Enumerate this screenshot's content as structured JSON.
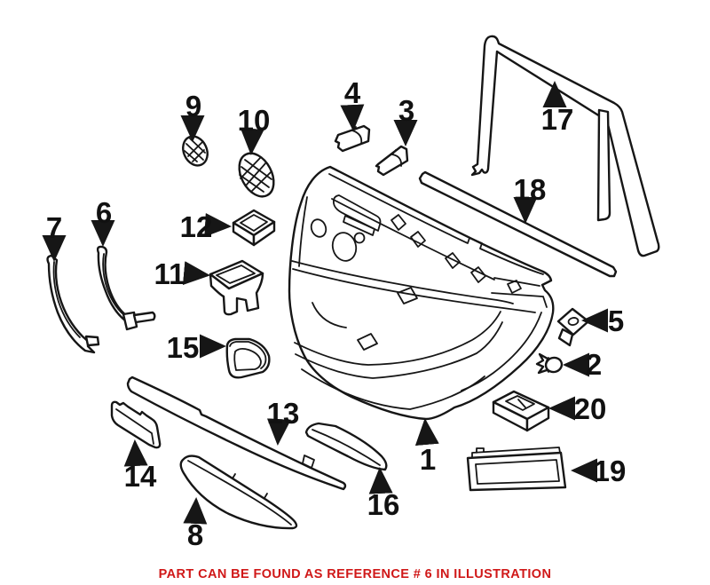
{
  "diagram": {
    "type": "exploded-parts-illustration",
    "background": "#ffffff",
    "line_color": "#161616",
    "part_labels": [
      "1",
      "2",
      "3",
      "4",
      "5",
      "6",
      "7",
      "8",
      "9",
      "10",
      "11",
      "12",
      "13",
      "14",
      "15",
      "16",
      "17",
      "18",
      "19",
      "20"
    ],
    "footer": {
      "text": "PART CAN BE FOUND AS REFERENCE # 6 IN ILLUSTRATION",
      "color": "#d01818"
    }
  }
}
